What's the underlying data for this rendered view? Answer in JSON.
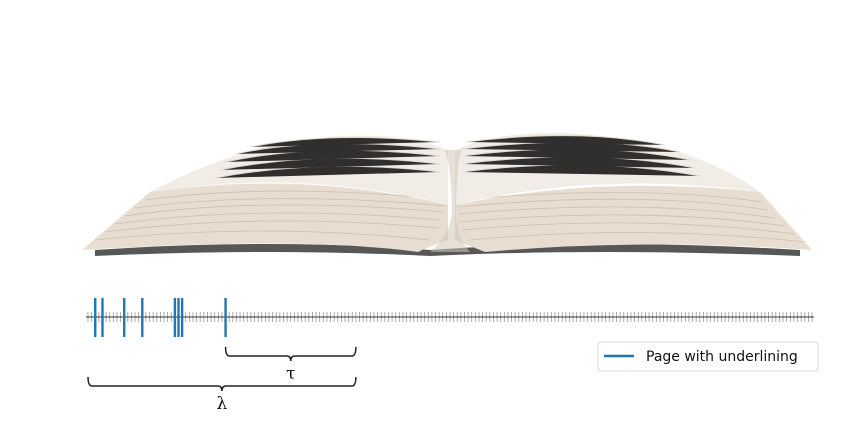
{
  "legend": {
    "label": "Page with underlining",
    "color": "#1f77b4"
  },
  "annotations": {
    "tau": "τ",
    "lambda": "λ"
  },
  "timeline": {
    "total_pages": 200,
    "underlined_pages": [
      2,
      4,
      10,
      15,
      24,
      25,
      26,
      38
    ]
  },
  "tau_span": {
    "from_page": 38,
    "to_page": 74
  },
  "lambda_span": {
    "from_page": 0,
    "to_page": 74
  },
  "colors": {
    "tick": "#9a9a9a",
    "axis": "#333333",
    "underline_mark": "#1f77b4",
    "brace": "#222222",
    "page_light": "#efe9e1",
    "page_shadow": "#cfc6b8",
    "cover_shadow": "#2a2a2a"
  }
}
